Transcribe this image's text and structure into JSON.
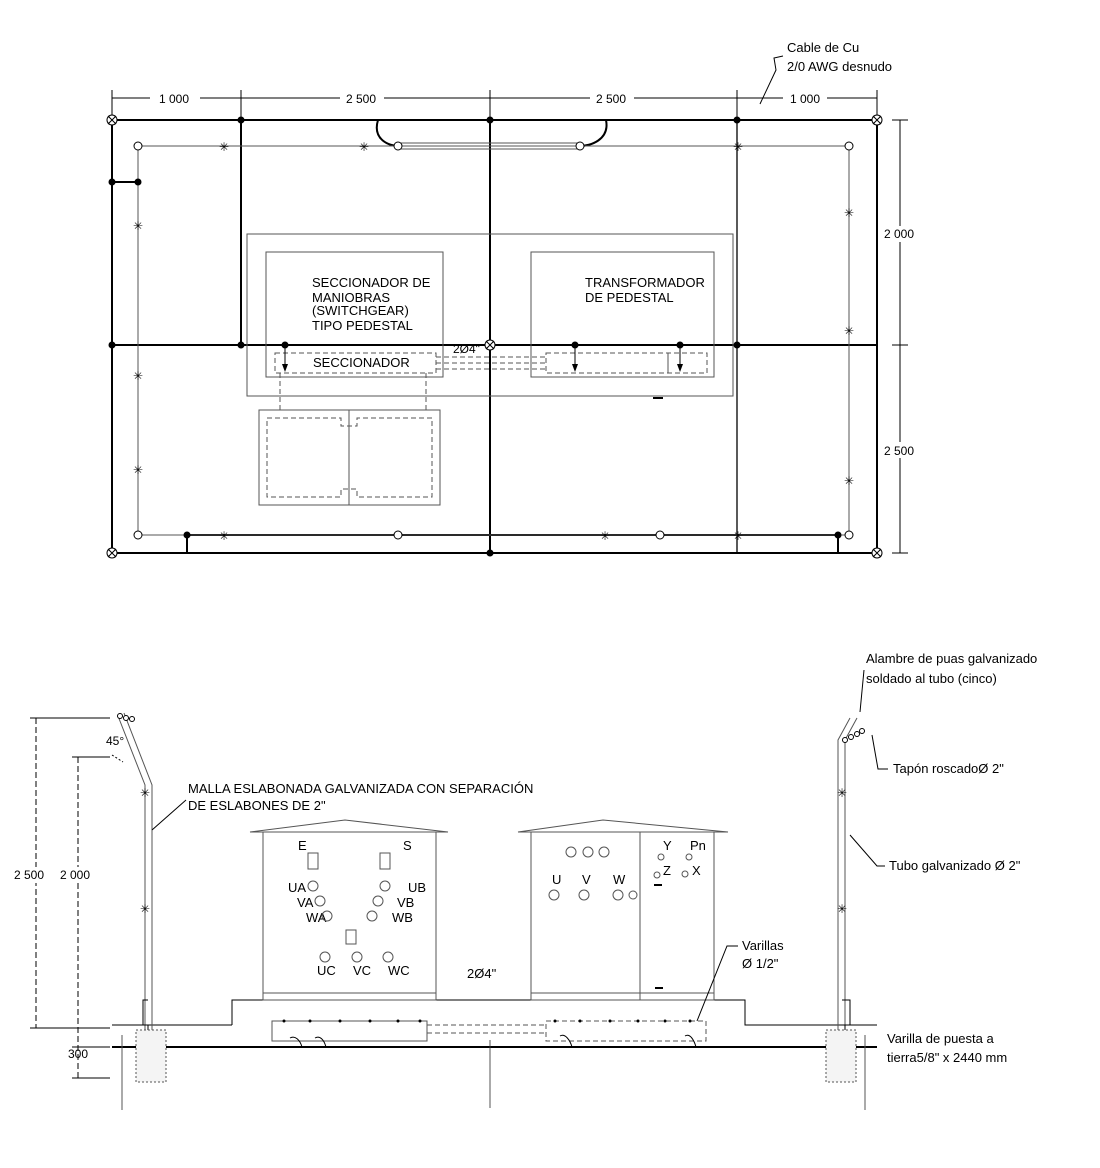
{
  "plan": {
    "cable_note_1": "Cable de Cu",
    "cable_note_2": "2/0 AWG desnudo",
    "dims_top": [
      "1 000",
      "2 500",
      "2 500",
      "1 000"
    ],
    "dims_right": [
      "2 000",
      "2 500"
    ],
    "switchgear_label": [
      "SECCIONADOR DE",
      "MANIOBRAS",
      "(SWITCHGEAR)",
      "TIPO PEDESTAL"
    ],
    "transformer_label": [
      "TRANSFORMADOR",
      "DE PEDESTAL"
    ],
    "seccionador": "SECCIONADOR",
    "duct": "2Ø4\""
  },
  "elevation": {
    "mesh_note_1": "MALLA ESLABONADA GALVANIZADA CON SEPARACIÓN",
    "mesh_note_2": "DE ESLABONES DE 2\"",
    "angle": "45°",
    "dims_left": [
      "2 500",
      "2 000",
      "300"
    ],
    "barbed_1": "Alambre de puas galvanizado",
    "barbed_2": "soldado al tubo (cinco)",
    "cap": "Tapón roscadoØ 2\"",
    "tube": "Tubo galvanizado Ø 2\"",
    "rods_1": "Varillas",
    "rods_2": "Ø 1/2\"",
    "ground_rod_1": "Varilla de puesta a",
    "ground_rod_2": "tierra5/8\" x 2440 mm",
    "duct": "2Ø4\"",
    "switchgear_terminals": [
      "E",
      "S",
      "UA",
      "VA",
      "WA",
      "UB",
      "VB",
      "WB",
      "UC",
      "VC",
      "WC"
    ],
    "transformer_terminals": [
      "U",
      "V",
      "W",
      "Y",
      "Z",
      "Pn",
      "X"
    ]
  }
}
